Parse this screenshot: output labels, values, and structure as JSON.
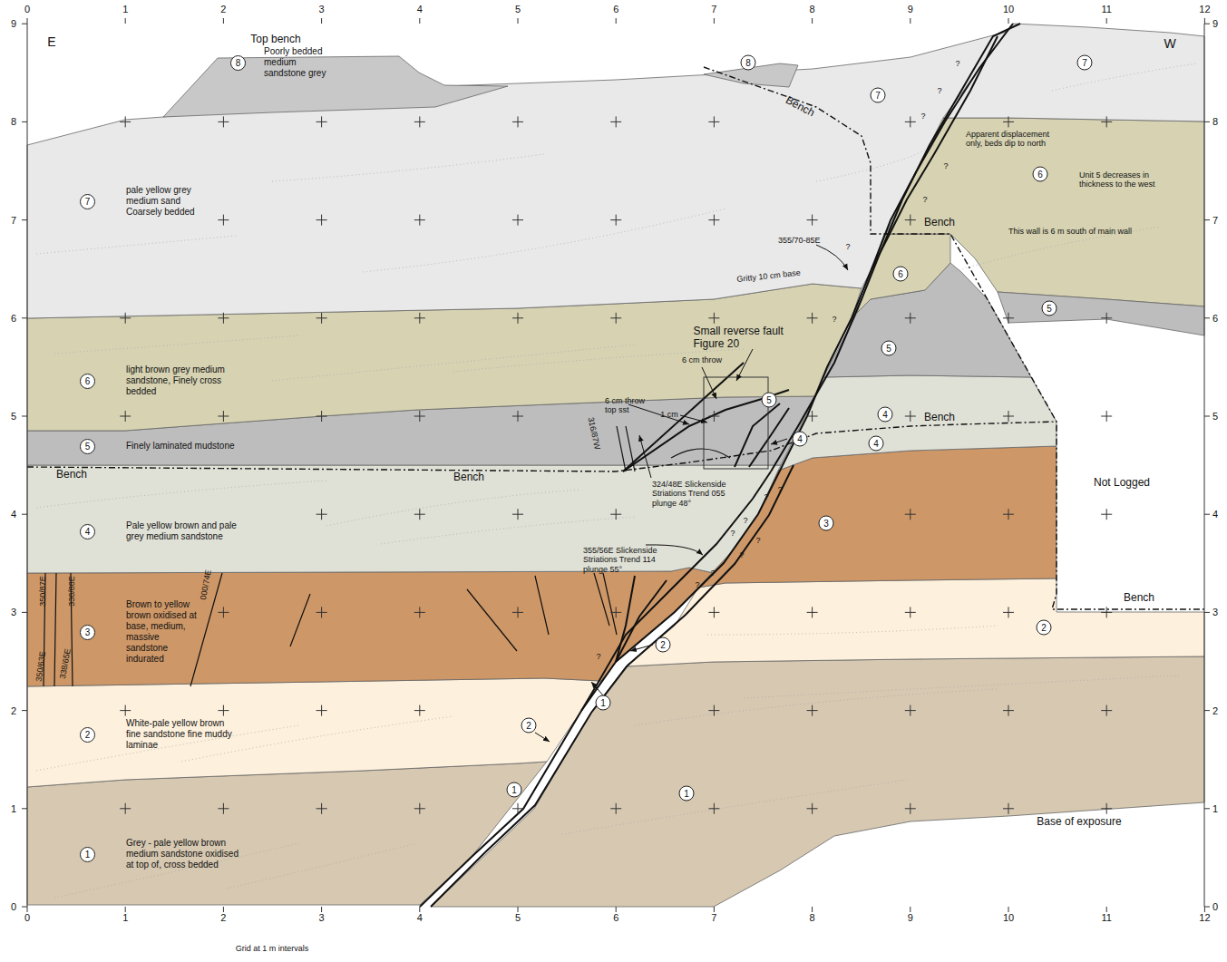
{
  "diagram": {
    "nodes": [
      {
        "text": [
          "8",
          "Poorly bedded medium sandstone grey"
        ]
      },
      {
        "text": [
          "7",
          "pale yellow grey medium sand Coarsely bedded"
        ]
      },
      {
        "text": [
          "6",
          "light brown grey medium sandstone, Finely cross bedded"
        ]
      },
      {
        "text": [
          "5",
          "Finely laminated mudstone"
        ]
      },
      {
        "text": [
          "4",
          "Pale yellow brown and pale grey medium sandstone"
        ]
      },
      {
        "text": [
          "3",
          "Brown to yellow brown oxidised at base, medium, massive sandstone indurated"
        ]
      },
      {
        "text": [
          "2",
          "White-pale yellow brown fine sandstone fine muddy laminae"
        ]
      },
      {
        "text": [
          "1",
          "Grey - pale yellow brown medium sandstone oxidised at top of, cross bedded"
        ]
      }
    ],
    "labels": [
      "0",
      "1",
      "2",
      "3",
      "4",
      "5",
      "6",
      "7",
      "8",
      "9",
      "10",
      "11",
      "12",
      "0",
      "1",
      "2",
      "3",
      "4",
      "5",
      "6",
      "7",
      "8",
      "9",
      "10",
      "11",
      "12",
      "0",
      "1",
      "2",
      "3",
      "4",
      "5",
      "6",
      "7",
      "8",
      "9",
      "0",
      "1",
      "2",
      "3",
      "4",
      "5",
      "6",
      "7",
      "8",
      "9",
      "E",
      "W",
      "Top bench",
      "Bench",
      "Bench",
      "Bench",
      "Bench",
      "Bench",
      "Bench",
      "Not Logged",
      "Base of exposure",
      "Apparent displacement only, beds dip to north",
      "Unit 5 decreases in thickness to the west",
      "This wall is 6 m south of main wall",
      "355/70-85E",
      "Gritty 10 cm base",
      "Small reverse fault Figure 20",
      "6 cm throw",
      "6 cm throw top sst",
      "1 cm",
      "316/87W",
      "324/48E Slickenside Striations Trend 055 plunge 48°",
      "355/56E Slickenside Striations Trend 114 plunge 55°",
      "350/87E",
      "338/88E",
      "000/74E",
      "350/63E",
      "338/65E",
      "Grid at 1 m intervals",
      "?",
      "?",
      "?",
      "?",
      "?",
      "?",
      "?",
      "?",
      "?",
      "?",
      "?",
      "?",
      "?",
      "?",
      "?",
      "?",
      "8",
      "7",
      "7",
      "6",
      "6",
      "5",
      "5",
      "5",
      "4",
      "4",
      "4",
      "3",
      "2",
      "2",
      "2",
      "1",
      "1",
      "1"
    ]
  }
}
